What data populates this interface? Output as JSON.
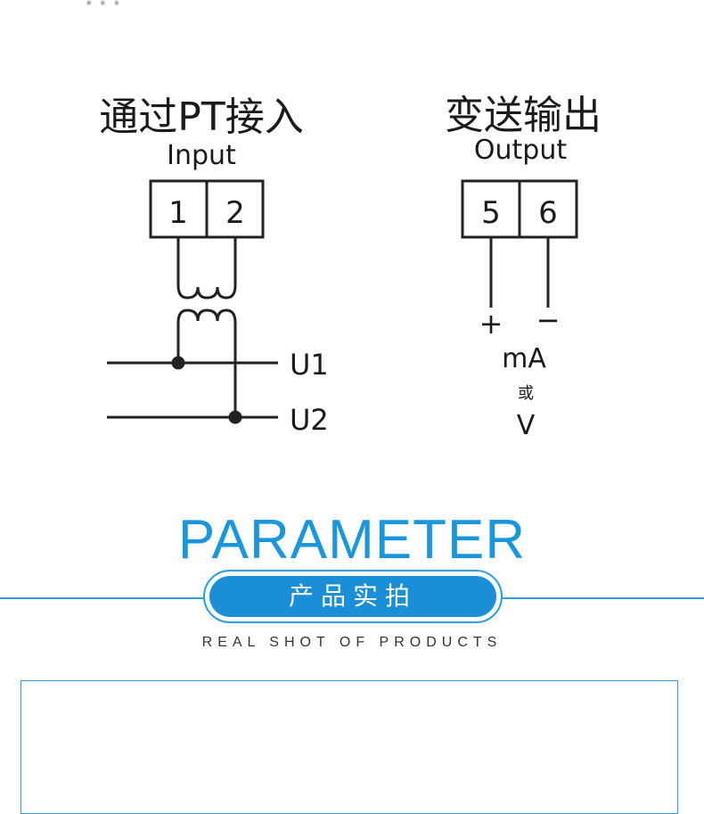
{
  "top_fragment": "...",
  "input_block": {
    "title_cn": "通过PT接入",
    "title_en": "Input",
    "terminals": [
      "1",
      "2"
    ],
    "line_labels": [
      "U1",
      "U2"
    ]
  },
  "output_block": {
    "title_cn": "变送输出",
    "title_en": "Output",
    "terminals": [
      "5",
      "6"
    ],
    "polarity": [
      "+",
      "−"
    ],
    "unit_a": "mA",
    "or_text": "或",
    "unit_b": "V"
  },
  "section": {
    "title": "PARAMETER",
    "badge": "产品实拍",
    "subtitle": "REAL SHOT OF PRODUCTS"
  },
  "colors": {
    "accent": "#1a96dc",
    "badge_fill": "#1a8fd8"
  }
}
